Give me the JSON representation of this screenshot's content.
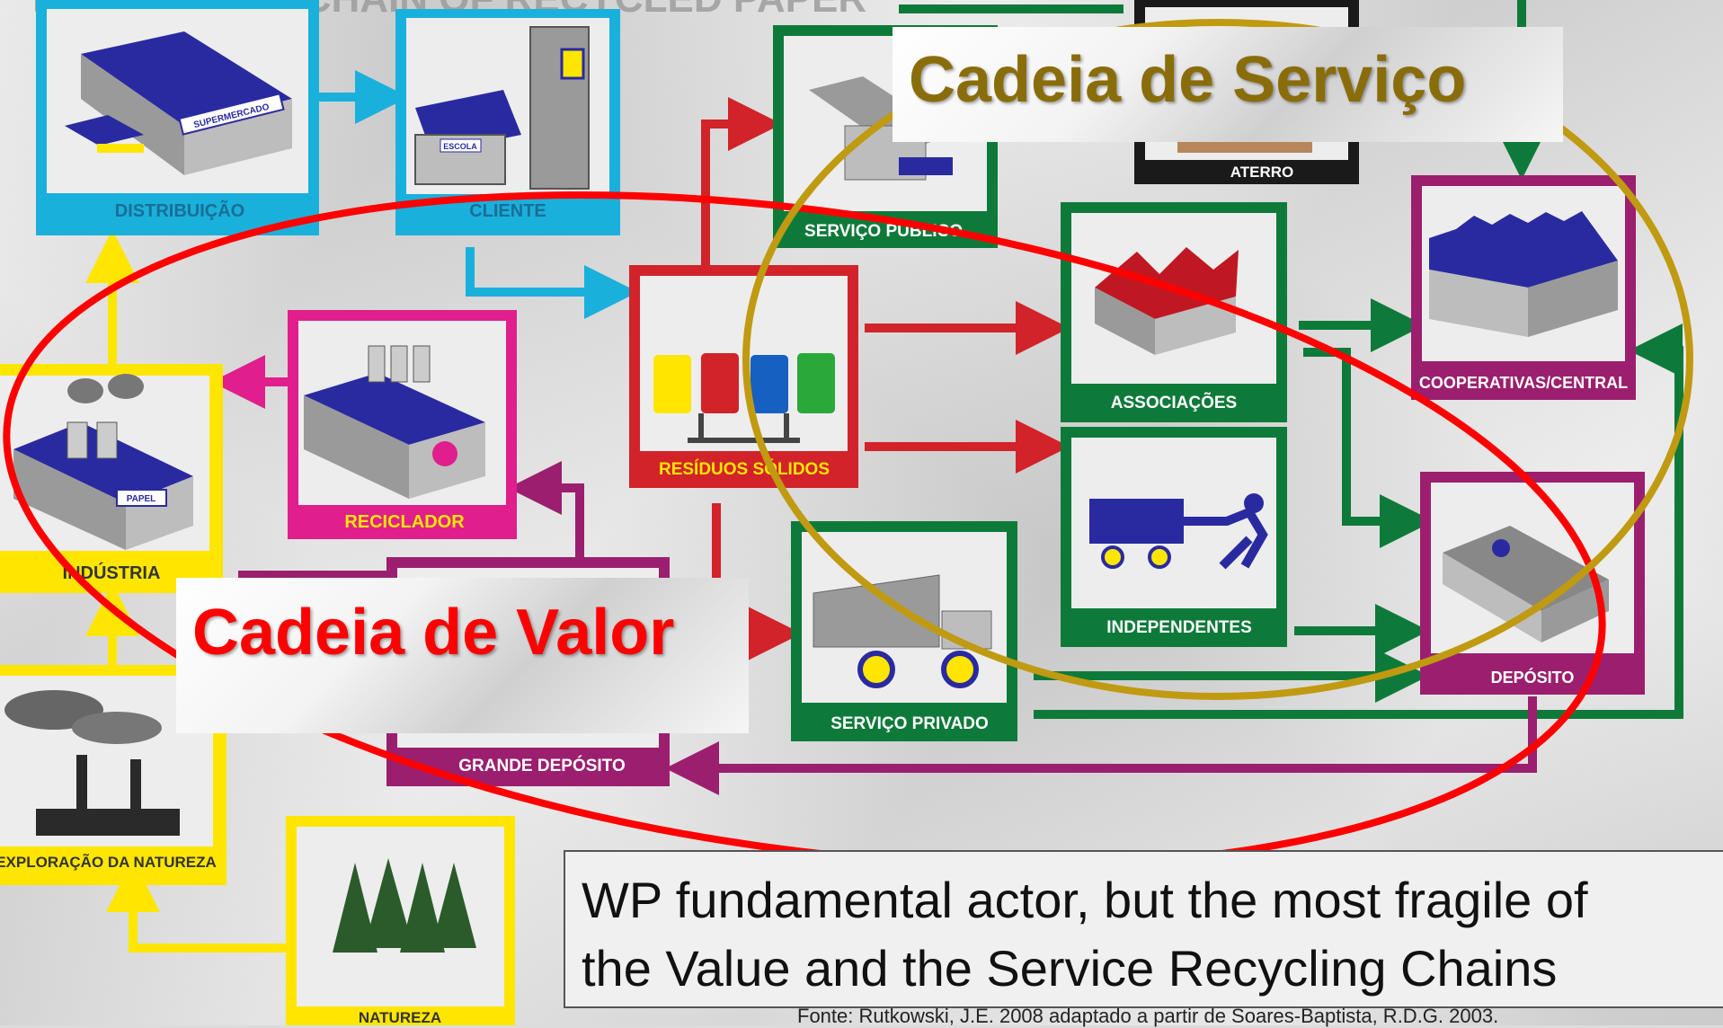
{
  "top_title": "PRODUCTIVE CHAIN OF RECYCLED PAPER",
  "nodes": {
    "distribuicao": "DISTRIBUIÇÃO",
    "supermercado": "SUPERMERCADO",
    "cliente": "CLIENTE",
    "escola": "ESCOLA",
    "servico_publico": "SERVIÇO PÚBLICO",
    "aterro": "ATERRO",
    "residuos_solidos": "RESÍDUOS SÓLIDOS",
    "associacoes": "ASSOCIAÇÕES",
    "cooperativas": "COOPERATIVAS/CENTRAL",
    "reciclador": "RECICLADOR",
    "industria": "INDÚSTRIA",
    "papel": "PAPEL",
    "independentes": "INDEPENDENTES",
    "deposito": "DEPÓSITO",
    "servico_privado": "SERVIÇO PRIVADO",
    "grande_deposito": "GRANDE DEPÓSITO",
    "exploracao": "EXPLORAÇÃO DA NATUREZA",
    "natureza": "NATUREZA"
  },
  "callouts": {
    "cadeia_valor": "Cadeia de Valor",
    "cadeia_servico": "Cadeia de Serviço",
    "wp_note_line1": "WP fundamental actor, but the most fragile of",
    "wp_note_line2": "the Value and the Service Recycling Chains"
  },
  "source": "Fonte: Rutkowski, J.E. 2008 adaptado a partir de Soares-Baptista, R.D.G. 2003.",
  "colors": {
    "cyan": "#1ab0dc",
    "green": "#0e7a3a",
    "red": "#d2232a",
    "magenta": "#e01e8c",
    "purple": "#9b1f6e",
    "yellow": "#ffe600",
    "black": "#1a1a1a",
    "navy": "#2a2aa0",
    "value_ellipse": "#ff0000",
    "service_ellipse": "#c09a10"
  }
}
